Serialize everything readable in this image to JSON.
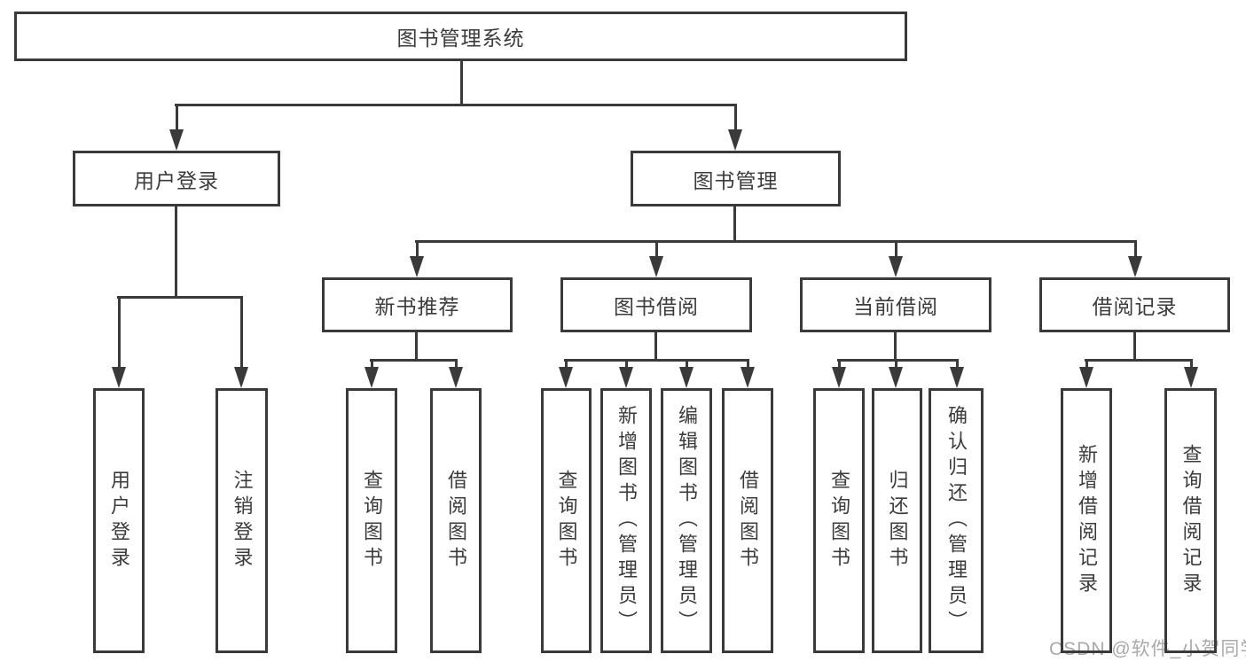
{
  "tree": {
    "root": "图书管理系统",
    "children": [
      {
        "label": "用户登录",
        "children": [
          "用户登录",
          "注销登录"
        ]
      },
      {
        "label": "图书管理",
        "children": [
          {
            "label": "新书推荐",
            "children": [
              "查询图书",
              "借阅图书"
            ]
          },
          {
            "label": "图书借阅",
            "children": [
              "查询图书",
              "新增图书（管理员）",
              "编辑图书（管理员）",
              "借阅图书"
            ]
          },
          {
            "label": "当前借阅",
            "children": [
              "查询图书",
              "归还图书",
              "确认归还（管理员）"
            ]
          },
          {
            "label": "借阅记录",
            "children": [
              "新增借阅记录",
              "查询借阅记录"
            ]
          }
        ]
      }
    ]
  },
  "watermark": "CSDN @软件_小贺同学",
  "colors": {
    "line": "#3a3a3a",
    "text": "#3b3b3b",
    "watermark_text": "#a9a9a9",
    "background": "#ffffff"
  }
}
